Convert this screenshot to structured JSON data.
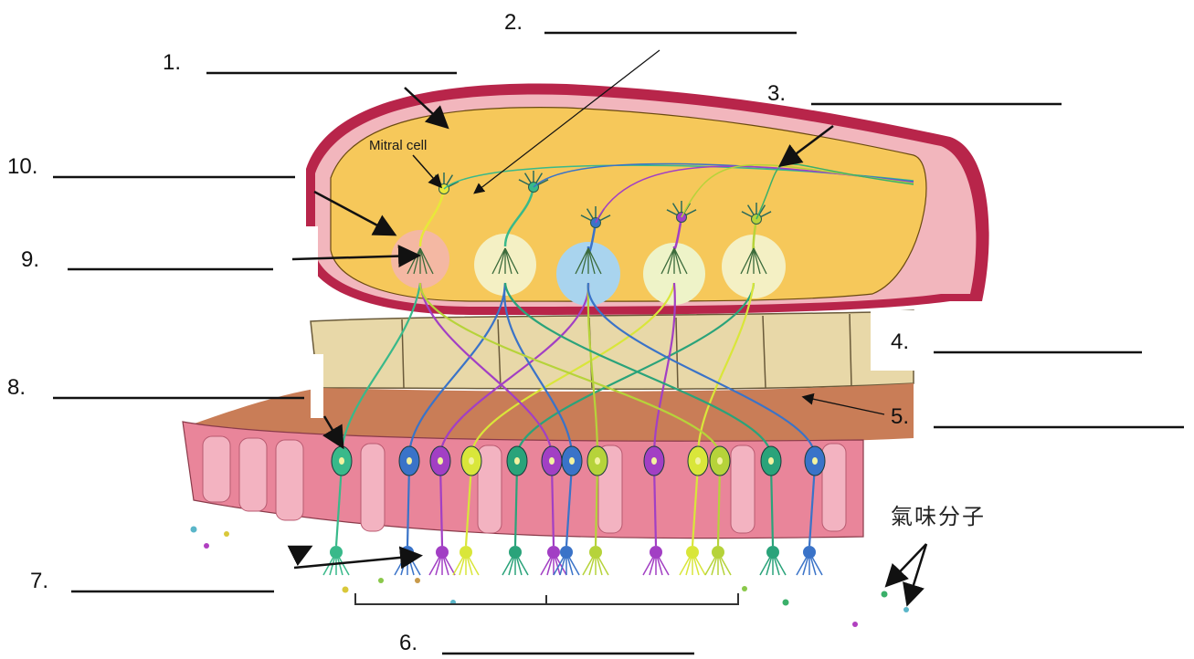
{
  "diagram": {
    "image_label": "Mitral cell",
    "molecules_label": "氣味分子",
    "blanks": [
      {
        "number": "1."
      },
      {
        "number": "2."
      },
      {
        "number": "3."
      },
      {
        "number": "4."
      },
      {
        "number": "5."
      },
      {
        "number": "6."
      },
      {
        "number": "7."
      },
      {
        "number": "8."
      },
      {
        "number": "9."
      },
      {
        "number": "10."
      }
    ],
    "neuron_colors": [
      "#39b98a",
      "#3a73c8",
      "#a23fc4",
      "#b6d33a",
      "#d9e63a",
      "#2aa37a",
      "#4a6fd0"
    ],
    "layer_colors": {
      "bulb_fill": "#f6c85a",
      "bulb_outer": "#b8254a",
      "bulb_inner": "#f2b6bd",
      "cribriform": "#e8d8a8",
      "lamina": "#c97d57",
      "epithelium": "#e9859a"
    }
  }
}
